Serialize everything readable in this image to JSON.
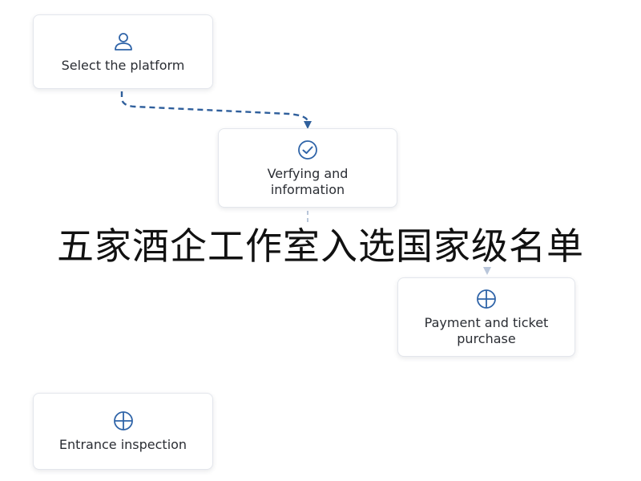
{
  "diagram": {
    "nodes": [
      {
        "id": "select-platform",
        "label": "Select the platform",
        "icon": "user-icon"
      },
      {
        "id": "verifying",
        "label": "Verfying and\ninformation",
        "icon": "check-circle-icon"
      },
      {
        "id": "payment",
        "label": "Payment and ticket\npurchase",
        "icon": "crosshair-circle-icon"
      },
      {
        "id": "entrance",
        "label": "Entrance inspection",
        "icon": "crosshair-circle-icon"
      }
    ],
    "edges": [
      {
        "from": "select-platform",
        "to": "verifying",
        "style": "dashed"
      },
      {
        "from": "verifying",
        "to": "payment",
        "style": "faded"
      }
    ],
    "colors": {
      "accent": "#2f64a8",
      "edge_primary": "#2f5f9c",
      "edge_faded": "#b9c6da",
      "node_border": "#e3e6ec",
      "text": "#2a2d33"
    }
  },
  "overlay": {
    "caption": "五家酒企工作室入选国家级名单"
  }
}
